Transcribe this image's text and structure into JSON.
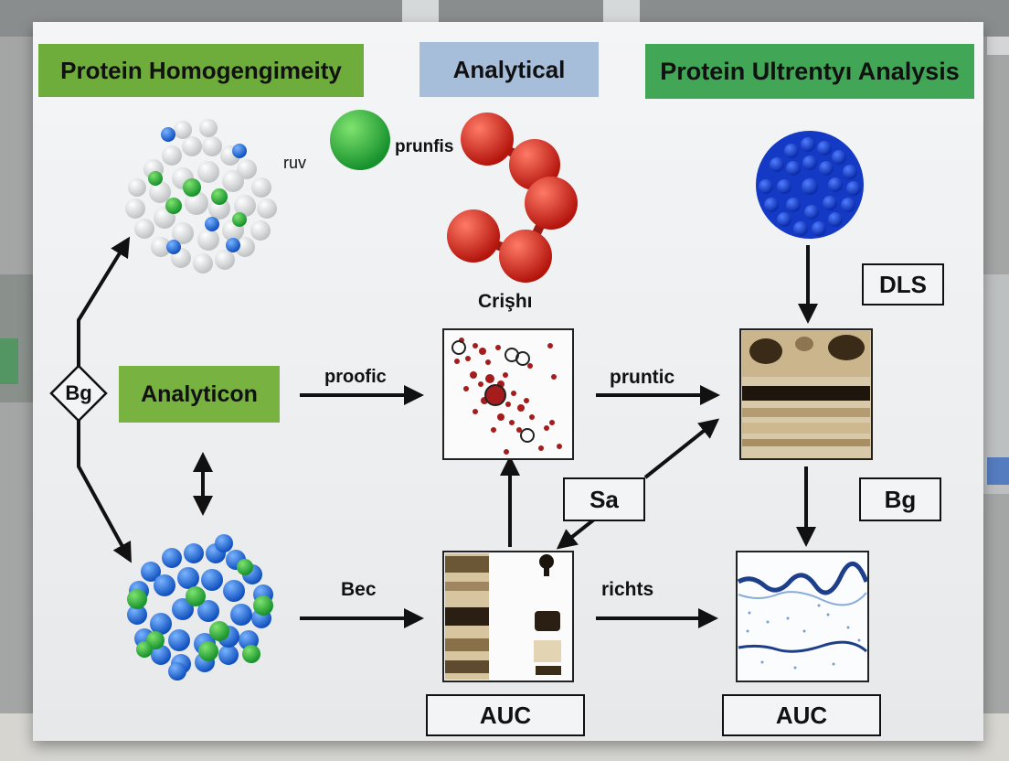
{
  "headers": {
    "left": "Protein Homogengimeity",
    "middle": "Analytical",
    "right": "Protein Ultrentyı Analysis"
  },
  "labels": {
    "ruv": "ruv",
    "prunfis": "prunfis",
    "crishi": "Crişhı",
    "proofic": "proofic",
    "pruntic": "pruntic",
    "bec": "Bec",
    "richts": "richts"
  },
  "nodes": {
    "diamond": "Bg",
    "analyticon": "Analyticon",
    "dls": "DLS",
    "sa": "Sa",
    "bg_right": "Bg",
    "auc_left": "AUC",
    "auc_right": "AUC"
  },
  "colors": {
    "header_left": "#6eac3c",
    "header_middle": "#a7bedb",
    "header_right": "#41a655",
    "analyticon_box": "#78b241",
    "sphere_green": "#2fbf3a",
    "sphere_red": "#d92a1e",
    "sphere_blue": "#1c45d6",
    "molecule_white": "#f2f2f2",
    "molecule_green": "#2aa84a",
    "molecule_blue": "#1e7fd8",
    "scatter_dot": "#a51c1c"
  },
  "icons": {
    "arrows": "arrow-icon",
    "white_cluster": "white-protein-cluster",
    "blue_cluster": "blue-green-protein-cluster",
    "green_sphere": "green-sphere",
    "red_chain": "red-bead-chain",
    "blue_sphere": "blue-bead-sphere"
  }
}
